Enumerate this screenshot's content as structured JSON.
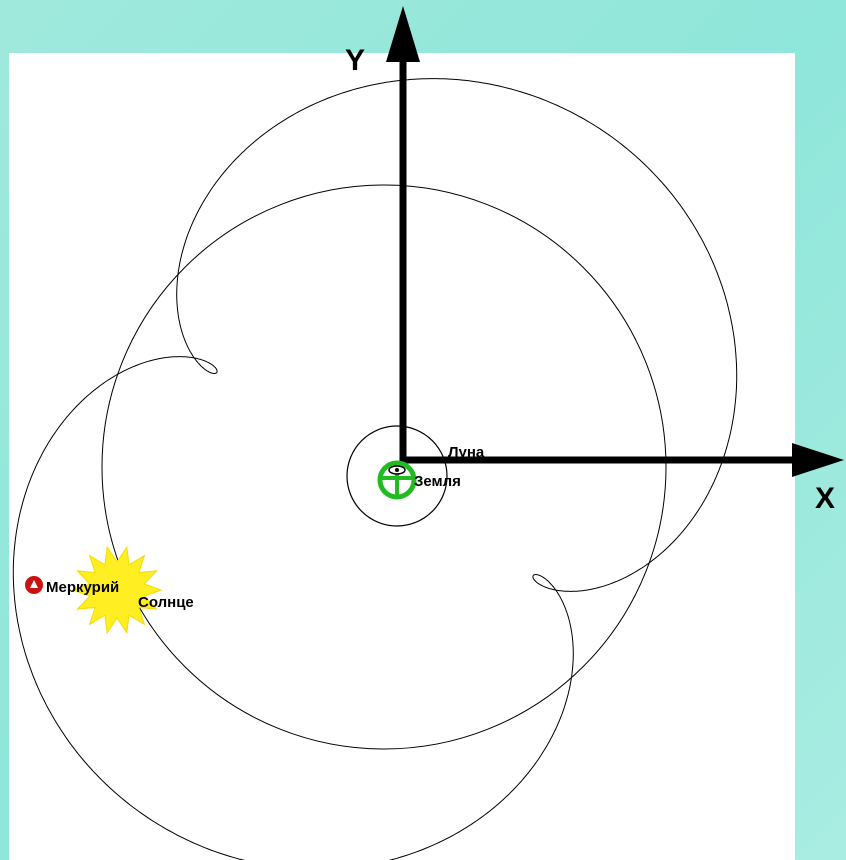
{
  "axes": {
    "x_label": "X",
    "y_label": "Y"
  },
  "bodies": {
    "earth": {
      "label": "Земля",
      "color": "#22bb22"
    },
    "moon": {
      "label": "Луна",
      "color": "#1a1acc"
    },
    "sun": {
      "label": "Солнце",
      "color": "#ffee22"
    },
    "mercury": {
      "label": "Меркурий",
      "color": "#cc1111"
    }
  },
  "colors": {
    "axis": "#000000",
    "orbit": "#000000",
    "panel": "#ffffff"
  }
}
